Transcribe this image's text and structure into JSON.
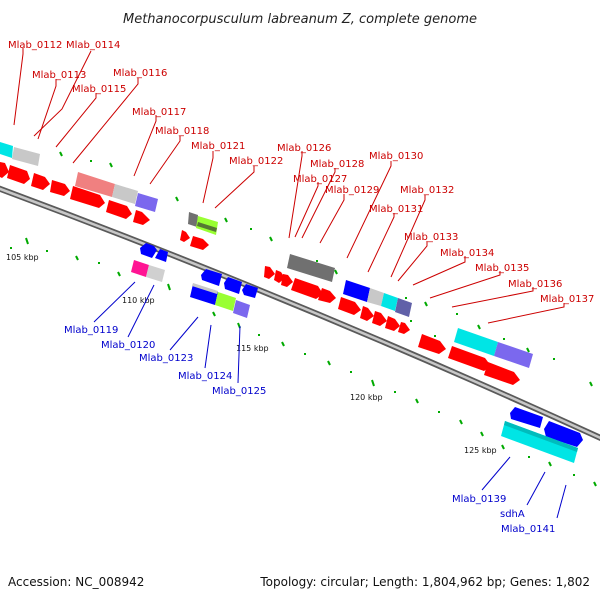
{
  "title": "Methanocorpusculum labreanum Z, complete genome",
  "footer": {
    "accession": "Accession: NC_008942",
    "topology": "Topology: circular; Length: 1,804,962 bp; Genes: 1,802"
  },
  "kbp_labels": [
    "105 kbp",
    "110 kbp",
    "115 kbp",
    "120 kbp",
    "125 kbp"
  ],
  "top_labels": [
    "Mlab_0112",
    "Mlab_0114",
    "Mlab_0113",
    "Mlab_0116",
    "Mlab_0115",
    "Mlab_0117",
    "Mlab_0118",
    "Mlab_0121",
    "Mlab_0122",
    "Mlab_0126",
    "Mlab_0128",
    "Mlab_0127",
    "Mlab_0130",
    "Mlab_0129",
    "Mlab_0132",
    "Mlab_0131",
    "Mlab_0133",
    "Mlab_0134",
    "Mlab_0135",
    "Mlab_0136",
    "Mlab_0137"
  ],
  "bottom_labels": [
    "Mlab_0119",
    "Mlab_0120",
    "Mlab_0123",
    "Mlab_0124",
    "Mlab_0125",
    "Mlab_0139",
    "sdhA",
    "Mlab_0141"
  ],
  "colors": {
    "forward_cds": "#ff0000",
    "reverse_cds": "#0000ff",
    "cyan": "#00e5e5",
    "gray": "#c8c8c8",
    "dark_gray": "#707070",
    "salmon": "#f08080",
    "purple": "#7b68ee",
    "magenta": "#ff1493",
    "lime": "#99ff33",
    "backbone": "#999999",
    "tick": "#00aa00"
  }
}
